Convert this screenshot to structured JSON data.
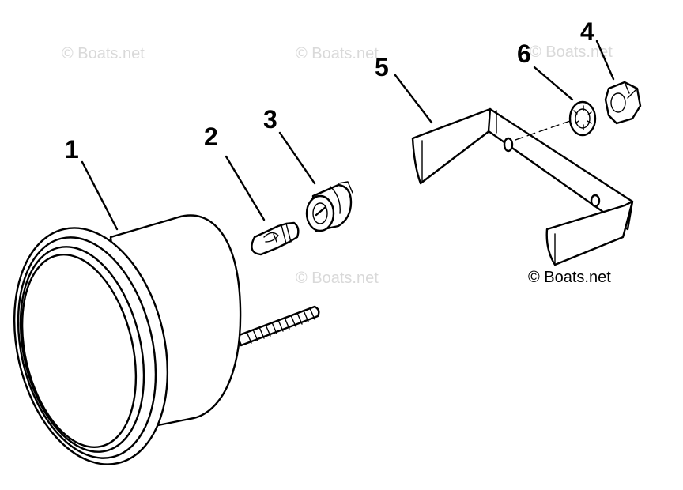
{
  "callouts": {
    "p1": "1",
    "p2": "2",
    "p3": "3",
    "p4": "4",
    "p5": "5",
    "p6": "6"
  },
  "watermark": "© Boats.net",
  "credit": "© Boats.net"
}
